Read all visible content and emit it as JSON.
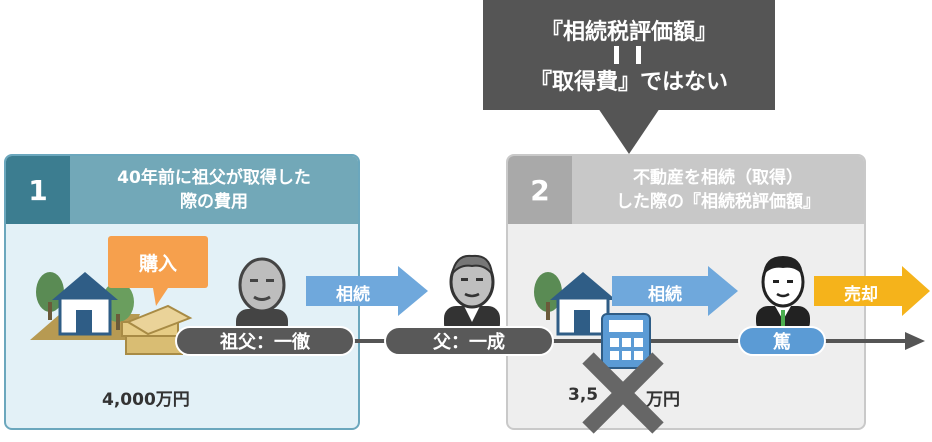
{
  "callout": {
    "line1": "『相続税評価額』",
    "line2": "『取得費』ではない"
  },
  "panel1": {
    "number": "1",
    "title_line1": "40年前に祖父が取得した",
    "title_line2": "際の費用",
    "purchase_label": "購入",
    "amount": "4,000万円"
  },
  "panel2": {
    "number": "2",
    "title_line1": "不動産を相続（取得）",
    "title_line2": "した際の『相続税評価額』",
    "amount_left": "3,5",
    "amount_right": "万円"
  },
  "arrows": {
    "inherit1": "相続",
    "inherit2": "相続",
    "sell": "売却"
  },
  "people": {
    "grandfather": "祖父：一徹",
    "father": "父：一成",
    "son": "篤"
  },
  "colors": {
    "panel1_dark": "#3c7d90",
    "panel1_light": "#72a8b8",
    "panel2_dark": "#a9a9a9",
    "callout_bg": "#555555",
    "inherit_arrow": "#5b9bd5",
    "sell_arrow": "#f5b31b",
    "purchase_bubble": "#f6a04d",
    "cross": "#666666"
  }
}
